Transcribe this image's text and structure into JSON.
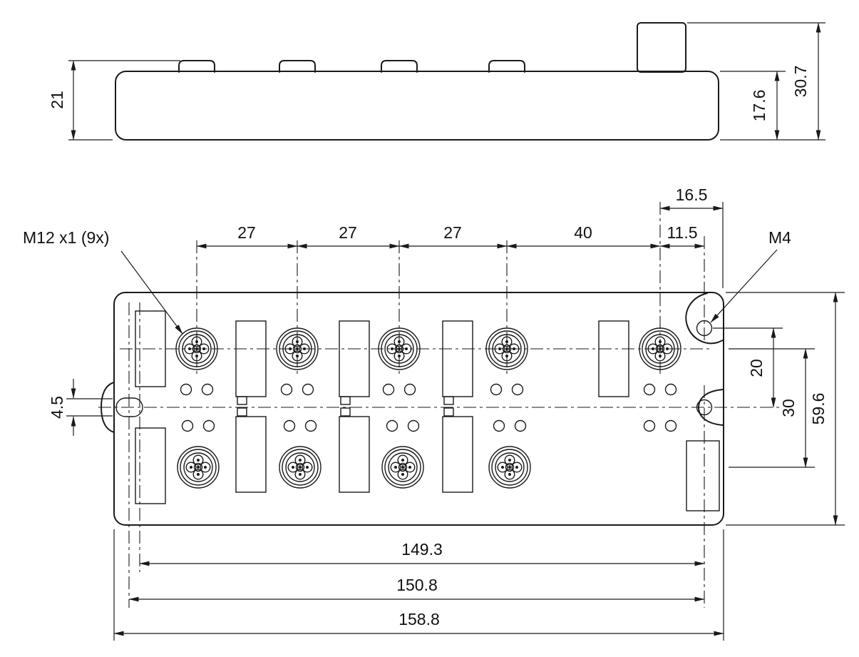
{
  "side_view": {
    "body_height": "21",
    "housing_height": "17.6",
    "total_height": "30.7"
  },
  "front_view": {
    "connector_label": "M12 x1 (9x)",
    "thread_label": "M4",
    "edge_offset": "16.5",
    "pitch_dims": [
      "27",
      "27",
      "27",
      "40",
      "11.5"
    ],
    "slot_height": "4.5",
    "hole_spacing": "20",
    "row_spacing": "30",
    "body_height": "59.6",
    "width_dims": [
      "149.3",
      "150.8",
      "158.8"
    ]
  }
}
